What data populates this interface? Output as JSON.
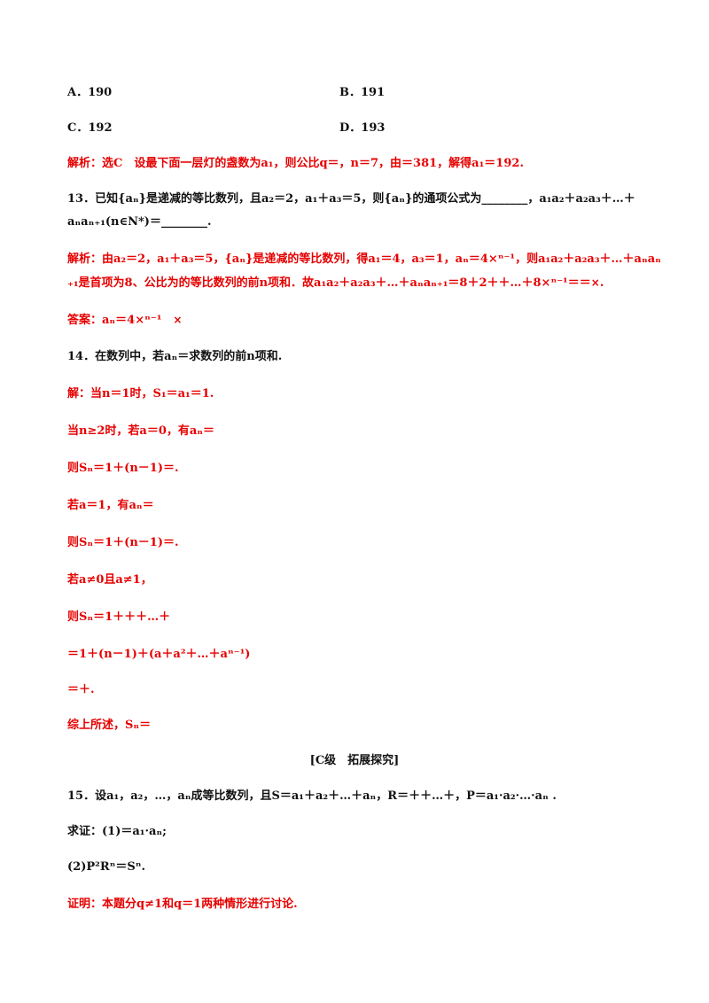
{
  "q12_options": {
    "a": "A．190",
    "b": "B．191",
    "c": "C．192",
    "d": "D．193"
  },
  "q12_solution": "解析：选C　设最下面一层灯的盏数为a₁，则公比q＝，n＝7，由＝381，解得a₁＝192.",
  "q13": {
    "line1": "13．已知{aₙ}是递减的等比数列，且a₂＝2，a₁＋a₃＝5，则{aₙ}的通项公式为________，a₁a₂＋a₂a₃＋…＋",
    "line2": "aₙaₙ₊₁(n∈N*)＝________.",
    "solution_line1": "解析：由a₂＝2，a₁＋a₃＝5，{aₙ}是递减的等比数列，得a₁＝4，a₃＝1，aₙ＝4×ⁿ⁻¹，则a₁a₂＋a₂a₃＋…＋aₙaₙ",
    "solution_line2": "₊₁是首项为8、公比为的等比数列的前n项和．故a₁a₂＋a₂a₃＋…＋aₙaₙ₊₁＝8＋2＋＋…＋8×ⁿ⁻¹＝＝",
    "solution_cross": "×.",
    "answer_text": "答案：aₙ＝4×ⁿ⁻¹　",
    "answer_cross": "×"
  },
  "q14": {
    "question": "14．在数列中，若aₙ＝求数列的前n项和.",
    "steps": [
      "解：当n＝1时，S₁＝a₁＝1.",
      "当n≥2时，若a＝0，有aₙ＝",
      "则Sₙ＝1＋(n－1)＝.",
      "若a＝1，有aₙ＝",
      "则Sₙ＝1＋(n－1)＝.",
      "若a≠0且a≠1，",
      "则Sₙ＝1＋＋＋…＋",
      "＝1＋(n－1)＋(a＋a²＋…＋aⁿ⁻¹)",
      "＝＋.",
      "综上所述，Sₙ＝"
    ]
  },
  "section_c_title": "[C级　拓展探究]",
  "q15": {
    "question": "15．设a₁，a₂，…，aₙ成等比数列，且S＝a₁＋a₂＋…＋aₙ，R＝＋＋…＋，P＝a₁·a₂·…·aₙ .",
    "prove_1": "求证：(1)＝a₁·aₙ;",
    "prove_2": "(2)P²Rⁿ＝Sⁿ.",
    "proof": "证明：本题分q≠1和q＝1两种情形进行讨论."
  },
  "colors": {
    "solution": "#e60000",
    "body": "#111111"
  }
}
